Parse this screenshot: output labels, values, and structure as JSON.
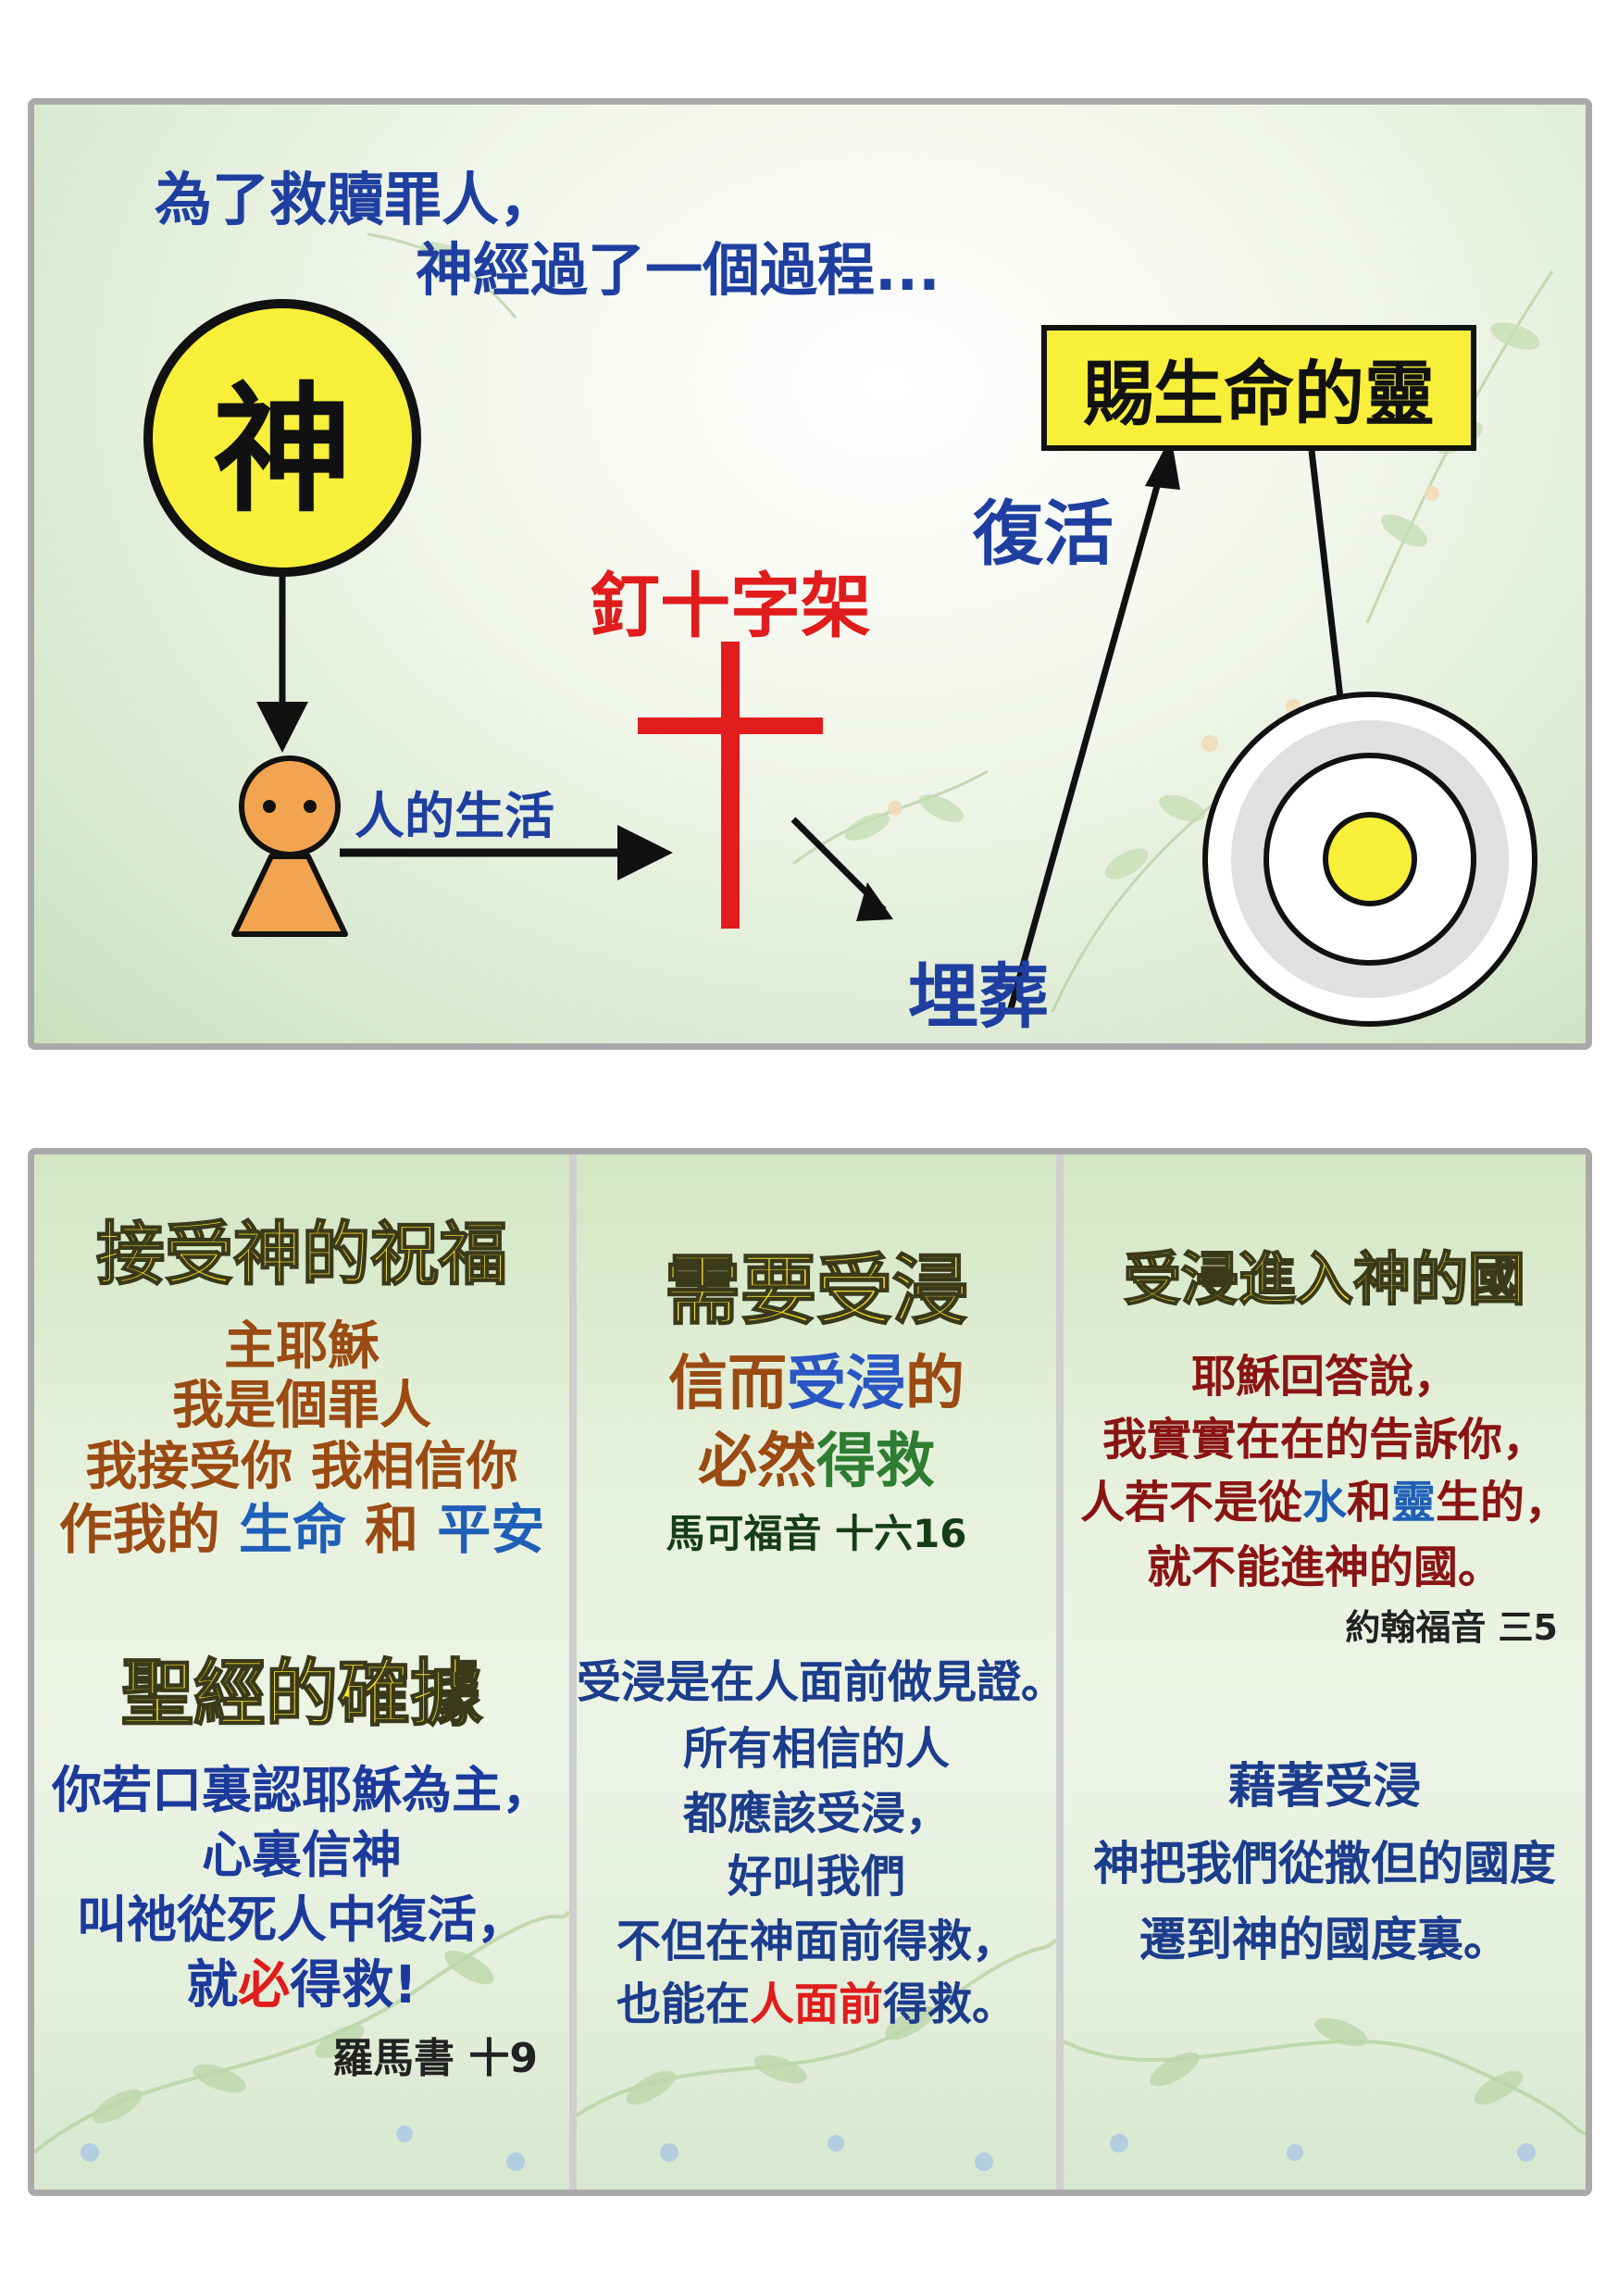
{
  "top": {
    "heading_line1": "為了救贖罪人，",
    "heading_line2": "神經過了一個過程...",
    "god": "神",
    "human_life": "人的生活",
    "crucifixion": "釘十字架",
    "burial": "埋葬",
    "resurrection": "復活",
    "life_spirit": "賜生命的靈"
  },
  "col1": {
    "title": "接受神的祝福",
    "l1": "主耶穌",
    "l2": "我是個罪人",
    "l3": "我接受你 我相信你",
    "l4a": "作我的 ",
    "l4b": "生命",
    "l4c": " 和 ",
    "l4d": "平安",
    "title2": "聖經的確據",
    "m1": "你若口裏認耶穌為主，",
    "m2": "心裏信神",
    "m3": "叫祂從死人中復活，",
    "m4a": "就",
    "m4b": "必",
    "m4c": "得救!",
    "ref": "羅馬書  十9"
  },
  "col2": {
    "title": "需要受浸",
    "l1a": "信而",
    "l1b": "受浸",
    "l1c": "的",
    "l2a": "必然",
    "l2b": "得救",
    "ref": "馬可福音  十六16",
    "m1": "受浸是在人面前做見證。",
    "m2": "所有相信的人",
    "m3": "都應該受浸，",
    "m4": "好叫我們",
    "m5": "不但在神面前得救，",
    "m6a": "也能在",
    "m6b": "人面前",
    "m6c": "得救。"
  },
  "col3": {
    "title": "受浸進入神的國",
    "l1": "耶穌回答說，",
    "l2": "我實實在在的告訴你，",
    "l3a": "人若不是從",
    "l3b": "水",
    "l3c": "和",
    "l3d": "靈",
    "l3e": "生的，",
    "l4": "就不能進神的國。",
    "ref": "約翰福音  三5",
    "m1": "藉著受浸",
    "m2": "神把我們從撒但的國度",
    "m3": "遷到神的國度裏。"
  },
  "colors": {
    "yellow": "#f7ef3a",
    "red": "#e01c1c",
    "blue": "#1f3fa0",
    "orange_person": "#f2a450"
  }
}
